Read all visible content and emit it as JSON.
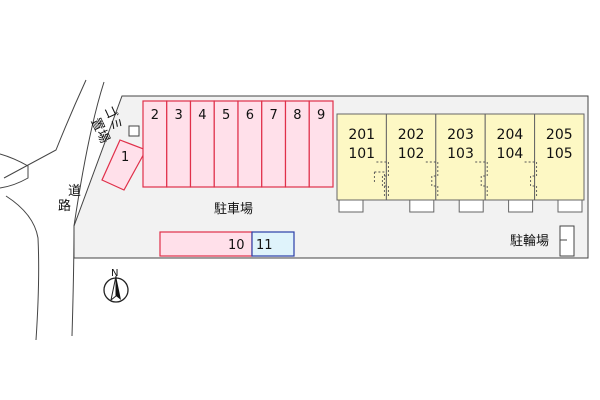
{
  "colors": {
    "lot_fill": "#f2f2f2",
    "parking_fill": "#ffe0ea",
    "parking_stroke": "#e0304a",
    "blue_fill": "#dff3fb",
    "blue_stroke": "#2a3fa8",
    "unit_fill": "#fdf8c4",
    "unit_stroke": "#666666"
  },
  "labels": {
    "parking": "駐車場",
    "bike_parking": "駐輪場",
    "road_1": "道",
    "road_2": "路",
    "garbage_1": "ゴミ",
    "garbage_2": "置場",
    "north": "N"
  },
  "parking": {
    "left_spot": "1",
    "top_row": [
      "2",
      "3",
      "4",
      "5",
      "6",
      "7",
      "8",
      "9"
    ],
    "bottom_pink": "10",
    "bottom_blue": "11"
  },
  "units": [
    {
      "upper": "201",
      "lower": "101"
    },
    {
      "upper": "202",
      "lower": "102"
    },
    {
      "upper": "203",
      "lower": "103"
    },
    {
      "upper": "204",
      "lower": "104"
    },
    {
      "upper": "205",
      "lower": "105"
    }
  ]
}
